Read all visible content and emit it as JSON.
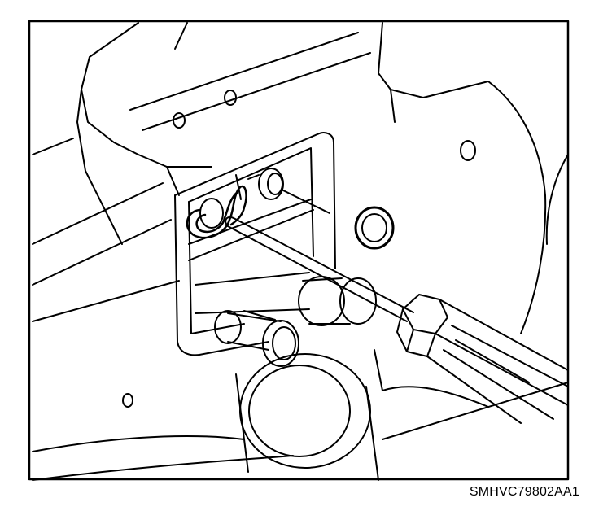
{
  "figure": {
    "code": "SMHVC79802AA1",
    "ink_color": "#000000",
    "paper_color": "#ffffff",
    "parts": [
      {
        "name": "housing-panel",
        "icon": "transmission-case"
      },
      {
        "name": "valve-bore-opening",
        "icon": "bore"
      },
      {
        "name": "retaining-clip",
        "icon": "wire-clip"
      },
      {
        "name": "o-ring",
        "icon": "o-ring"
      },
      {
        "name": "screwdriver",
        "icon": "screwdriver"
      },
      {
        "name": "valve-pipes",
        "icon": "pipe"
      }
    ]
  }
}
